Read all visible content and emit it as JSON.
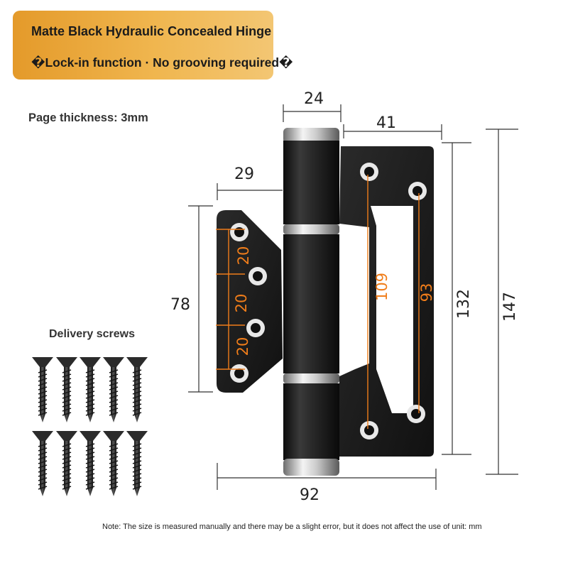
{
  "header": {
    "title": "Matte Black Hydraulic Concealed Hinge",
    "subtitle": "�Lock-in function · No grooving required�"
  },
  "page_thickness": "Page thickness: 3mm",
  "screws": {
    "label": "Delivery screws",
    "count": 10
  },
  "dimensions": {
    "barrel_width": "24",
    "upper_leaf_offset": "41",
    "leaf_offset": "29",
    "small_leaf_height": "78",
    "hole_spacing_1": "20",
    "hole_spacing_2": "20",
    "hole_spacing_3": "20",
    "inner_span_109": "109",
    "inner_span_93": "93",
    "leaf_height": "132",
    "total_height": "147",
    "total_width": "92"
  },
  "note": "Note: The size is measured manually and there may be a slight error, but it does not affect the use of unit: mm",
  "colors": {
    "banner": "#f0b64f",
    "accent_dimension": "#f07d1a",
    "hinge": "#1a1a1a"
  }
}
